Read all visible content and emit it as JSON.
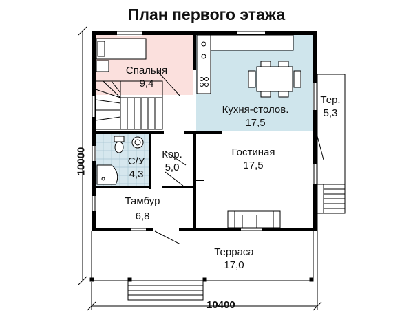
{
  "title": "План первого этажа",
  "rooms": {
    "bedroom": {
      "name": "Спальня",
      "area": "9,4"
    },
    "kitchen": {
      "name": "Кухня-столов.",
      "area": "17,5"
    },
    "terrace_small": {
      "name": "Тер.",
      "area": "5,3"
    },
    "living": {
      "name": "Гостиная",
      "area": "17,5"
    },
    "bathroom": {
      "name": "С/У",
      "area": "4,3"
    },
    "corridor": {
      "name": "Кор.",
      "area": "5,0"
    },
    "vestibule": {
      "name": "Тамбур",
      "area": "6,8"
    },
    "terrace": {
      "name": "Терраса",
      "area": "17,0"
    }
  },
  "dimensions": {
    "width": "10400",
    "height": "10000"
  },
  "colors": {
    "bedroom": "#fbe0dd",
    "kitchen": "#cfe5ec",
    "bathroom": "#d6e7ee",
    "wall": "#000000"
  }
}
